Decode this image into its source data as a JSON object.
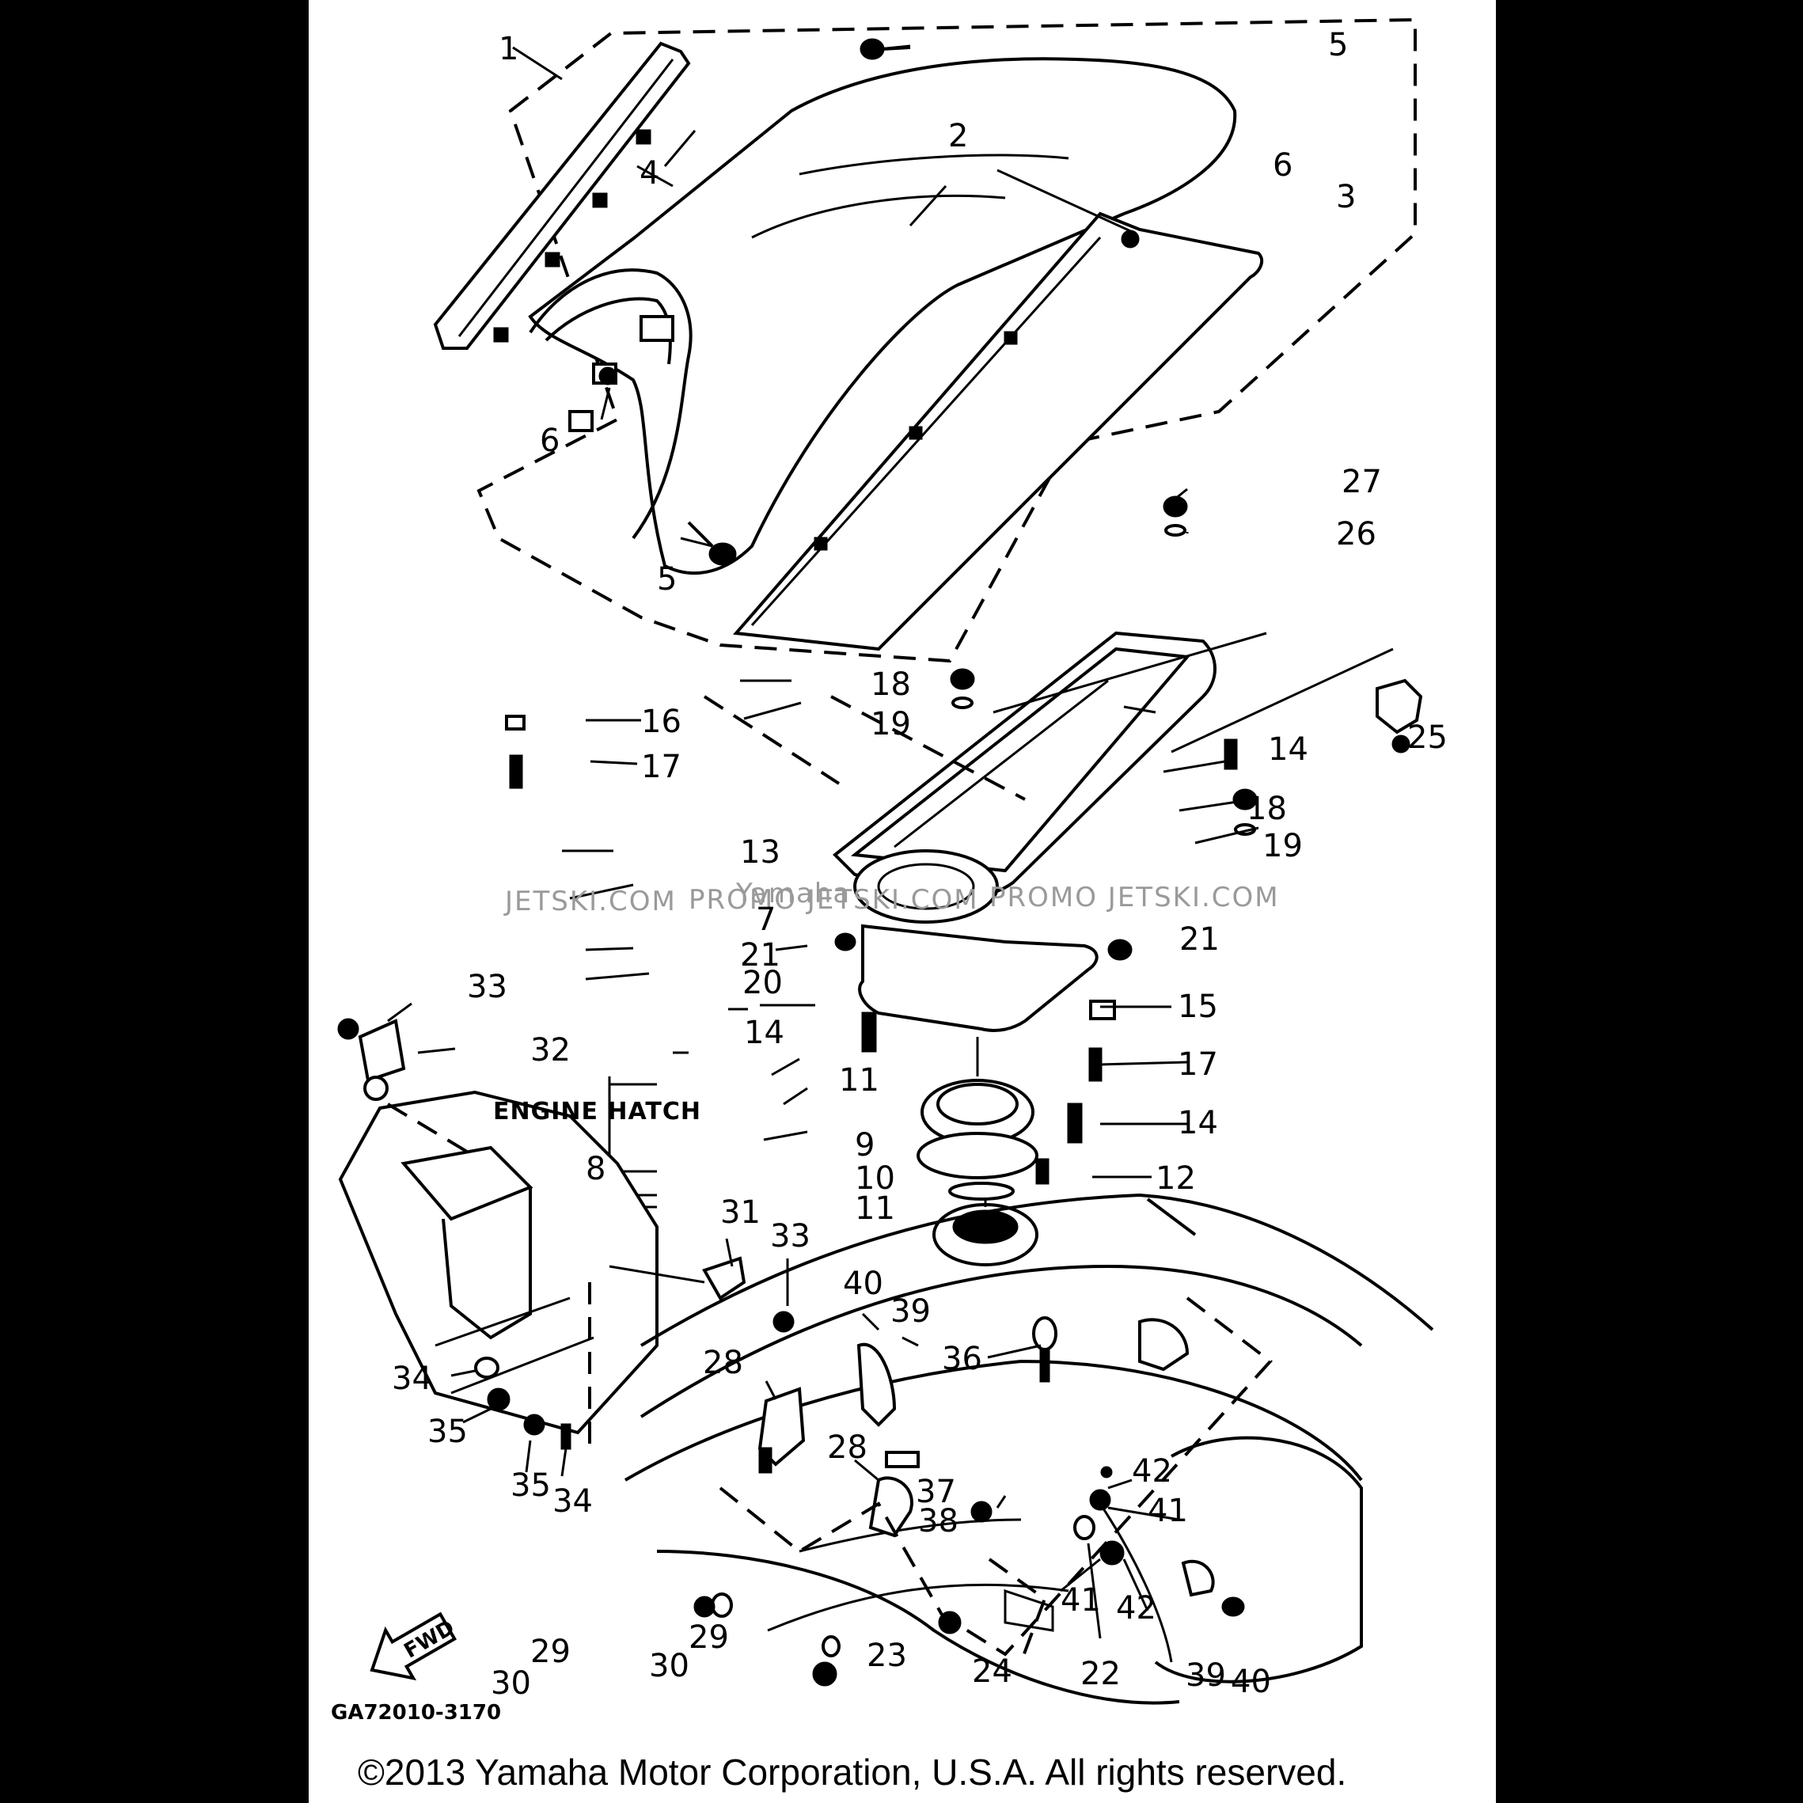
{
  "watermark": {
    "left": "JETSKI.COM",
    "middle": "PROMO JETSKI.COM",
    "right": "PROMO JETSKI.COM",
    "overlay": "Yamaha"
  },
  "assembly_label": "ENGINE HATCH",
  "figure_code": "GA72010-3170",
  "copyright": "©2013 Yamaha Motor Corporation, U.S.A. All rights reserved.",
  "callouts": [
    "1",
    "2",
    "3",
    "4",
    "5",
    "5",
    "6",
    "6",
    "27",
    "26",
    "18",
    "19",
    "16",
    "17",
    "14",
    "25",
    "18",
    "19",
    "13",
    "7",
    "21",
    "21",
    "20",
    "15",
    "14",
    "17",
    "33",
    "32",
    "11",
    "14",
    "9",
    "8",
    "10",
    "12",
    "11",
    "31",
    "33",
    "40",
    "39",
    "28",
    "36",
    "34",
    "35",
    "28",
    "42",
    "37",
    "41",
    "38",
    "35",
    "34",
    "41",
    "42",
    "29",
    "30",
    "29",
    "30",
    "23",
    "24",
    "22",
    "39",
    "40"
  ],
  "colors": {
    "background": "#000000",
    "sheet": "#ffffff",
    "ink": "#000000",
    "watermark": "#9a9a9a"
  },
  "icons": [
    "fwd-arrow-icon"
  ]
}
